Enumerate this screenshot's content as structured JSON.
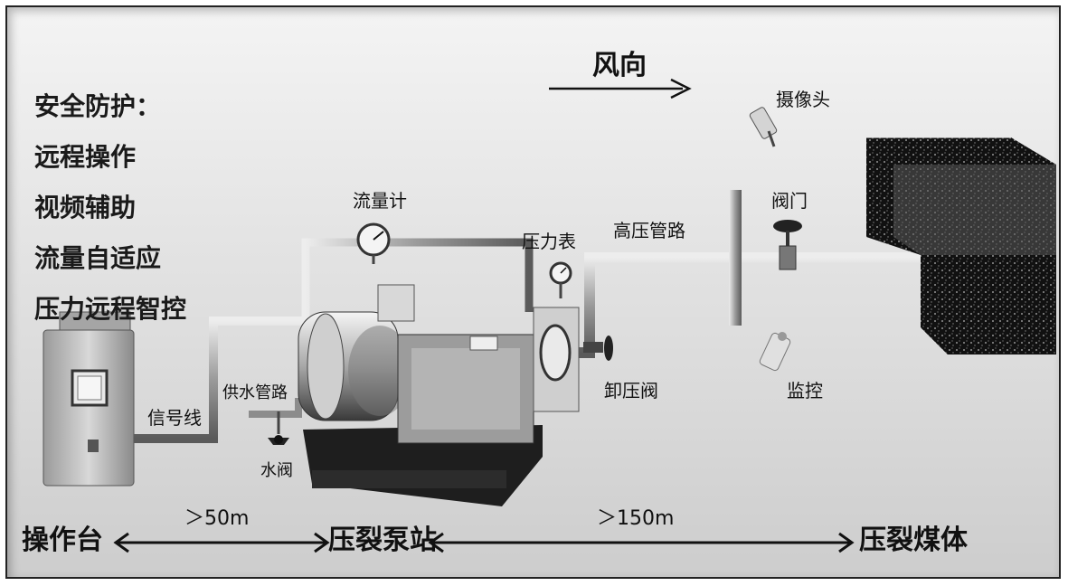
{
  "safety": {
    "title": "安全防护：",
    "items": [
      "远程操作",
      "视频辅助",
      "流量自适应",
      "压力远程智控"
    ]
  },
  "labels": {
    "wind": "风向",
    "camera": "摄像头",
    "flowmeter": "流量计",
    "gate_valve": "阀门",
    "high_pressure_pipe": "高压管路",
    "pressure_gauge": "压力表",
    "relief_valve": "卸压阀",
    "monitor": "监控",
    "signal_line": "信号线",
    "water_pipe": "供水管路",
    "water_valve": "水阀"
  },
  "bottom": {
    "console": "操作台",
    "pump_station": "压裂泵站",
    "coal_body": "压裂煤体",
    "dist_left": "＞50m",
    "dist_right": "＞150m"
  }
}
